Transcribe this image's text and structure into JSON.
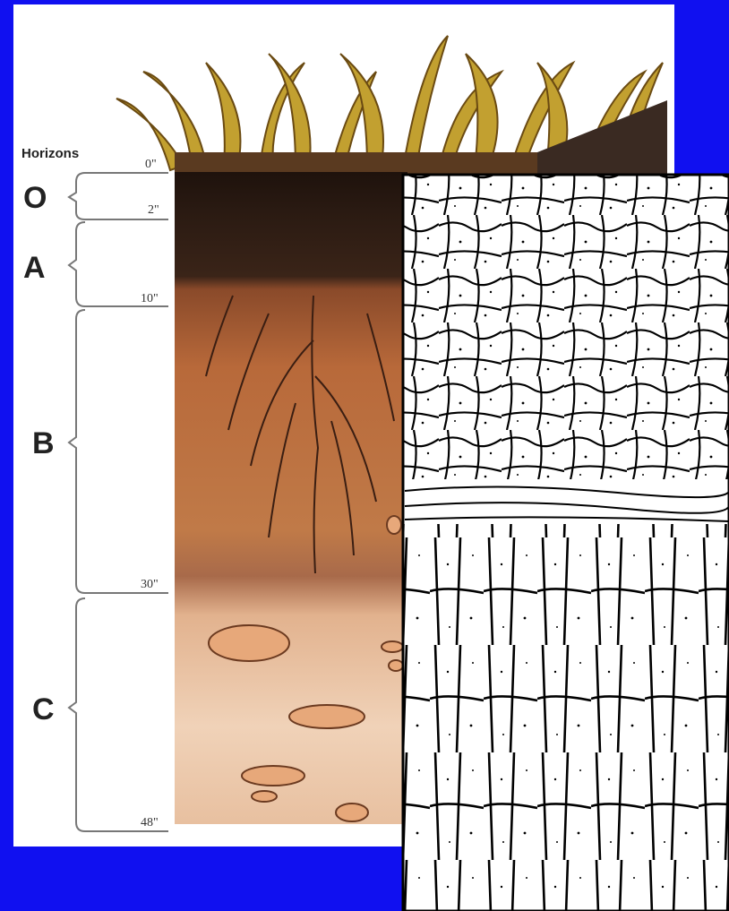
{
  "diagram": {
    "heading": "Horizons",
    "horizons": [
      {
        "letter": "O",
        "top_depth": "0\"",
        "bottom_depth": "2\""
      },
      {
        "letter": "A",
        "top_depth": "2\"",
        "bottom_depth": "10\""
      },
      {
        "letter": "B",
        "top_depth": "10\"",
        "bottom_depth": "30\""
      },
      {
        "letter": "C",
        "top_depth": "30\"",
        "bottom_depth": "48\""
      }
    ],
    "colors": {
      "background": "#1010f0",
      "panel": "#ffffff",
      "grass": "#b8952a",
      "o_horizon": "#241510",
      "a_horizon": "#3a2418",
      "b_horizon": "#b8693a",
      "c_horizon": "#e8c7a8",
      "roots": "#3a1e12"
    }
  }
}
